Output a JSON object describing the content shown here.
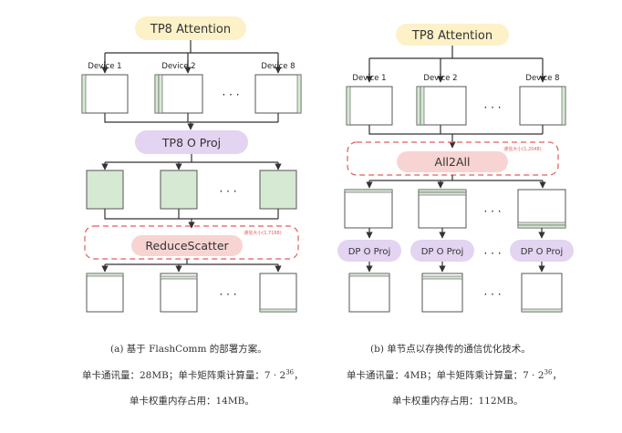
{
  "left": {
    "top_label": "TP8 Attention",
    "devices": [
      "Device 1",
      "Device 2",
      "Device 8"
    ],
    "ellipsis": "· · ·",
    "proj_label": "TP8 O Proj",
    "comm_label": "ReduceScatter",
    "comm_note": "通信大小(1,7168)",
    "caption": "(a) 基于 FlashComm 的部署方案。",
    "stat1_a": "单卡通讯量：28MB；单卡矩阵乘计算量：7 · 2",
    "stat1_exp": "36",
    "stat1_b": "，",
    "stat2": "单卡权重内存占用：14MB。"
  },
  "right": {
    "top_label": "TP8 Attention",
    "devices": [
      "Device 1",
      "Device 2",
      "Device 8"
    ],
    "ellipsis": "· · ·",
    "comm_label": "All2All",
    "comm_note": "通信大小(1,2048)",
    "dp_label": "DP O Proj",
    "caption": "(b) 单节点以存换传的通信优化技术。",
    "stat1_a": "单卡通讯量：4MB；单卡矩阵乘计算量：7 · 2",
    "stat1_exp": "36",
    "stat1_b": "，",
    "stat2": "单卡权重内存占用：112MB。"
  },
  "colors": {
    "yellow_pill": "#fdf1c8",
    "purple_pill": "#e3d4f1",
    "pink_pill": "#f7d4d2",
    "green_box": "#d5e9d3",
    "dashed_red": "#e45c5c",
    "stroke": "#444444"
  }
}
